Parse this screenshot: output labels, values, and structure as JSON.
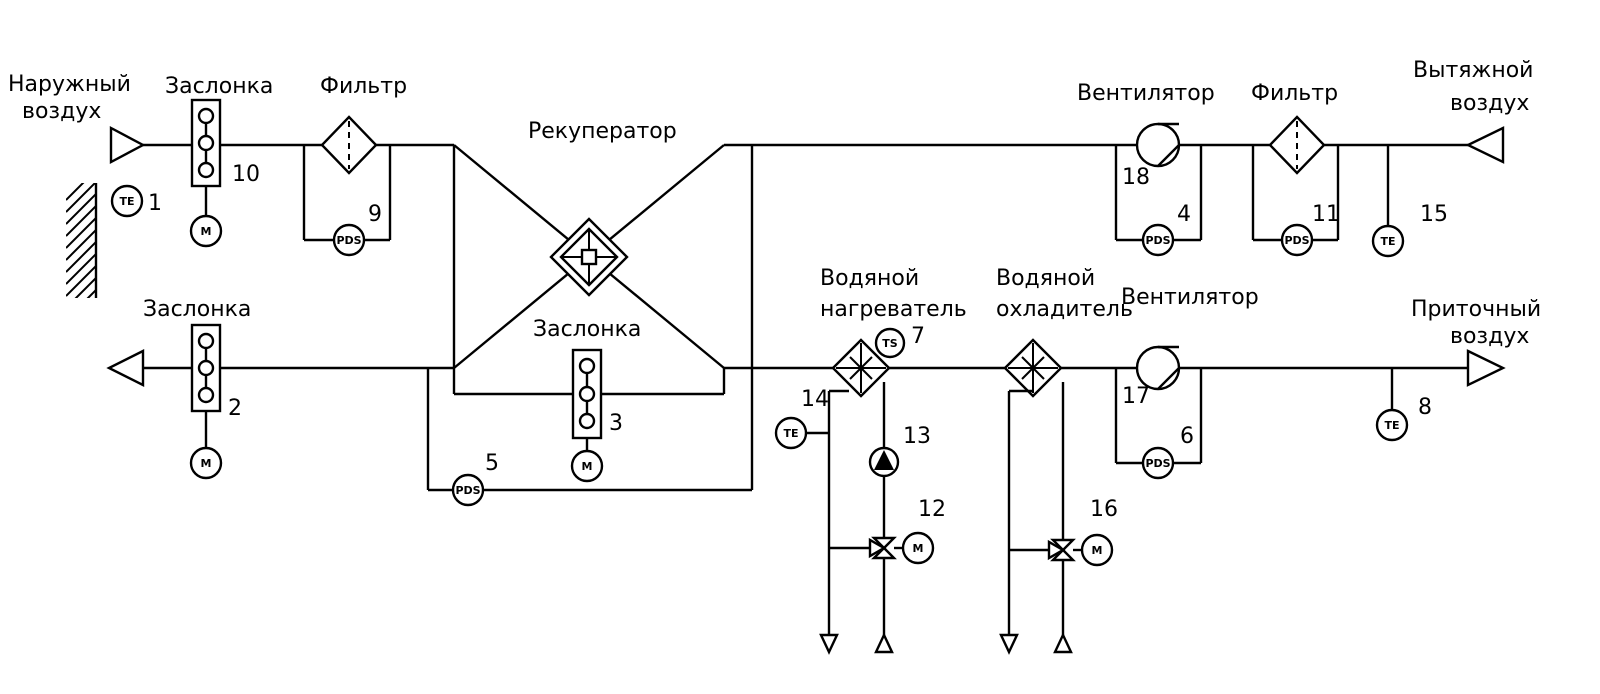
{
  "labels": {
    "outdoor_air_1": "Наружный",
    "outdoor_air_2": "воздух",
    "damper_in": "Заслонка",
    "filter_in": "Фильтр",
    "recuperator": "Рекуператор",
    "fan_exhaust": "Вентилятор",
    "filter_exhaust": "Фильтр",
    "exhaust_air_1": "Вытяжной",
    "exhaust_air_2": "воздух",
    "damper_out": "Заслонка",
    "damper_bypass": "Заслонка",
    "water_heater_1": "Водяной",
    "water_heater_2": "нагреватель",
    "water_cooler_1": "Водяной",
    "water_cooler_2": "охладитель",
    "fan_supply": "Вентилятор",
    "supply_air_1": "Приточный",
    "supply_air_2": "воздух"
  },
  "numbers": {
    "n1": "1",
    "n2": "2",
    "n3": "3",
    "n4": "4",
    "n5": "5",
    "n6": "6",
    "n7": "7",
    "n8": "8",
    "n9": "9",
    "n10": "10",
    "n11": "11",
    "n12": "12",
    "n13": "13",
    "n14": "14",
    "n15": "15",
    "n16": "16",
    "n17": "17",
    "n18": "18"
  },
  "symbols": {
    "te": "TE",
    "ts": "TS",
    "pds": "PDS",
    "motor": "M"
  }
}
